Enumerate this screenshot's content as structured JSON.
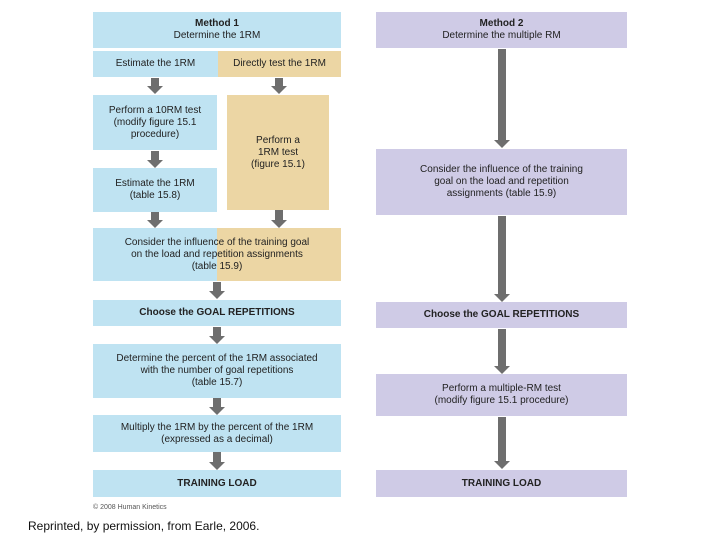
{
  "method1": {
    "header_title": "Method 1",
    "header_subtitle": "Determine the 1RM",
    "estimate": "Estimate the 1RM",
    "directly_test": "Directly test the 1RM",
    "perform_10rm": "Perform a 10RM test\n(modify figure 15.1\nprocedure)",
    "perform_1rm": "Perform a\n1RM test\n(figure 15.1)",
    "estimate_table": "Estimate the 1RM\n(table 15.8)",
    "consider": "Consider the influence of the training goal\non the load and repetition assignments\n(table 15.9)",
    "goal_reps": "Choose the GOAL REPETITIONS",
    "determine_percent": "Determine the percent of the 1RM associated\nwith the number of goal repetitions\n(table 15.7)",
    "multiply": "Multiply the 1RM by the percent of the 1RM\n(expressed as a decimal)",
    "training_load": "TRAINING LOAD"
  },
  "method2": {
    "header_title": "Method 2",
    "header_subtitle": "Determine the multiple RM",
    "consider": "Consider the influence of the training\ngoal on the load and repetition\nassignments (table 15.9)",
    "goal_reps": "Choose the GOAL REPETITIONS",
    "perform_multiple": "Perform a multiple-RM test\n(modify figure 15.1 procedure)",
    "training_load": "TRAINING LOAD"
  },
  "copyright": "© 2008 Human Kinetics",
  "credit": "Reprinted, by permission, from Earle, 2006.",
  "colors": {
    "blue": "#bfe3f2",
    "purple": "#cfcbe6",
    "tan": "#ecd6a4",
    "arrow": "#6e6e6e"
  }
}
